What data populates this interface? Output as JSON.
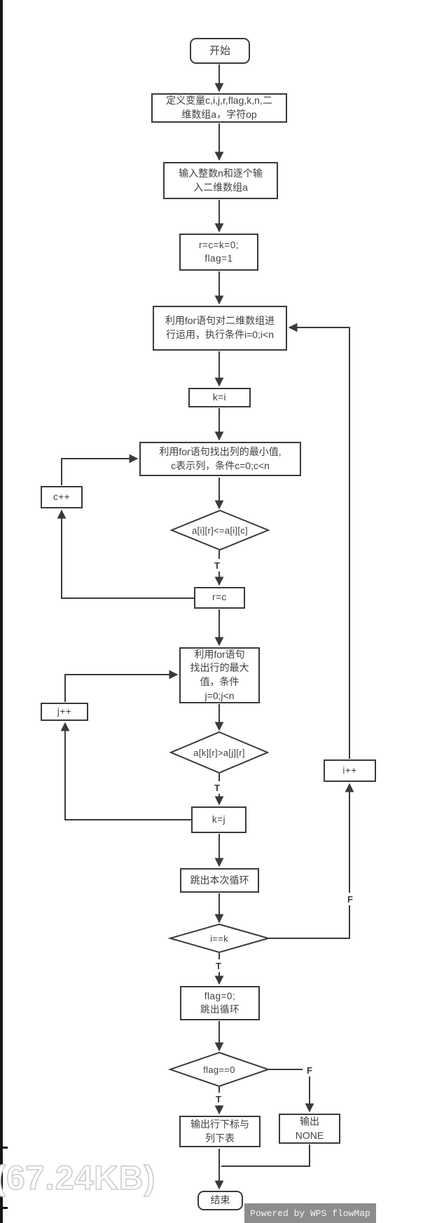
{
  "flowchart": {
    "nodes": {
      "start": "开始",
      "declare": "定义变量c,i,j,r,flag,k,n,二\n维数组a，字符op",
      "input": "输入整数n和逐个输\n入二维数组a",
      "init": "r=c=k=0;\nflag=1",
      "for_i": "利用for语句对二维数组进\n行运用，执行条件i=0;i<n",
      "k_eq_i": "k=i",
      "find_min": "利用for语句找出列的最小值,\nc表示列，条件c=0;c<n",
      "c_inc": "c++",
      "min_cond": "a[i][r]<=a[i][c]",
      "r_eq_c": "r=c",
      "find_max": "利用for语句\n找出行的最大\n值，条件\nj=0;j<n",
      "j_inc": "j++",
      "max_cond": "a[k][r]>a[j][r]",
      "k_eq_j": "k=j",
      "break_inner": "跳出本次循环",
      "i_inc": "i++",
      "ik_cond": "i==k",
      "flag_set": "flag=0;\n跳出循环",
      "flag_cond": "flag==0",
      "output_rc": "输出行下标与\n列下表",
      "output_none": "输出\nNONE",
      "end": "结束"
    },
    "edge_labels": {
      "min_true": "T",
      "max_true": "T",
      "ik_true": "T",
      "ik_false": "F",
      "flag_true": "T",
      "flag_false": "F"
    }
  },
  "overlay": {
    "file_size": "(67.24KB)",
    "badge": "Powered by WPS flowMap"
  },
  "colors": {
    "line": "#3a3a3a",
    "badge_bg": "#8d8d8d",
    "badge_text": "#f5f5f5",
    "watermark_outline": "#cdcdcd"
  }
}
